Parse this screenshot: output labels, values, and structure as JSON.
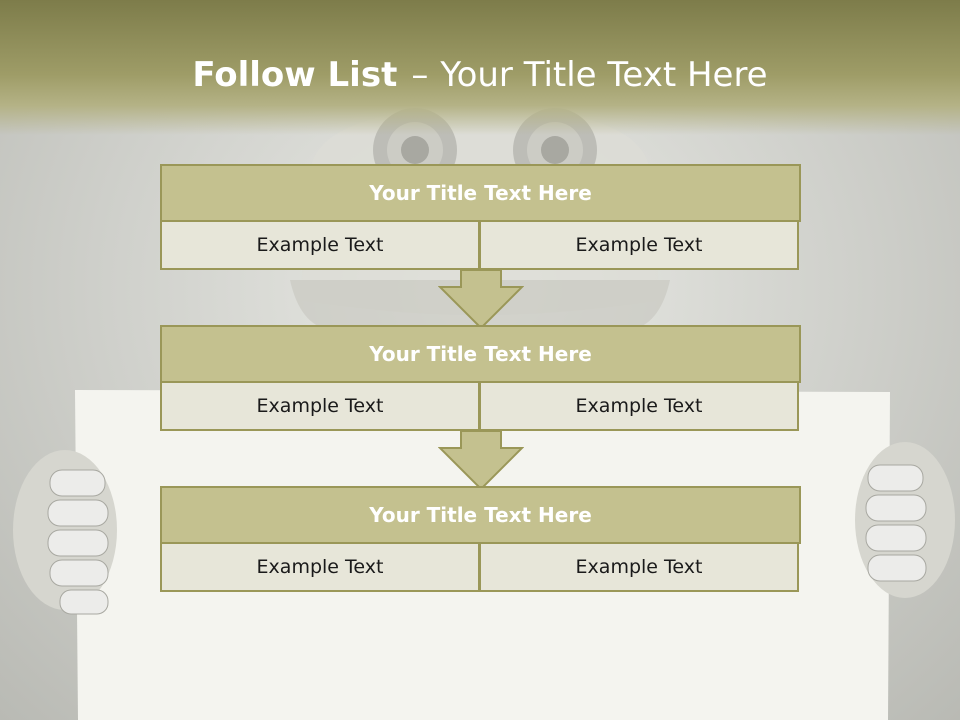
{
  "slide": {
    "title_bold": "Follow List",
    "title_separator": "–",
    "title_rest": "Your Title Text Here"
  },
  "blocks": [
    {
      "title": "Your Title Text Here",
      "left_text": "Example Text",
      "right_text": "Example Text"
    },
    {
      "title": "Your Title Text Here",
      "left_text": "Example Text",
      "right_text": "Example Text"
    },
    {
      "title": "Your Title Text Here",
      "left_text": "Example Text",
      "right_text": "Example Text"
    }
  ],
  "colors": {
    "header": "#8f8d58",
    "block_title_fill": "#c4c18f",
    "block_cell_fill": "#e7e6d9",
    "border": "#9a9758",
    "arrow_fill": "#c4c18f"
  },
  "icons": {
    "background": "robot-holding-sign-illustration",
    "connector": "down-arrow-icon"
  }
}
